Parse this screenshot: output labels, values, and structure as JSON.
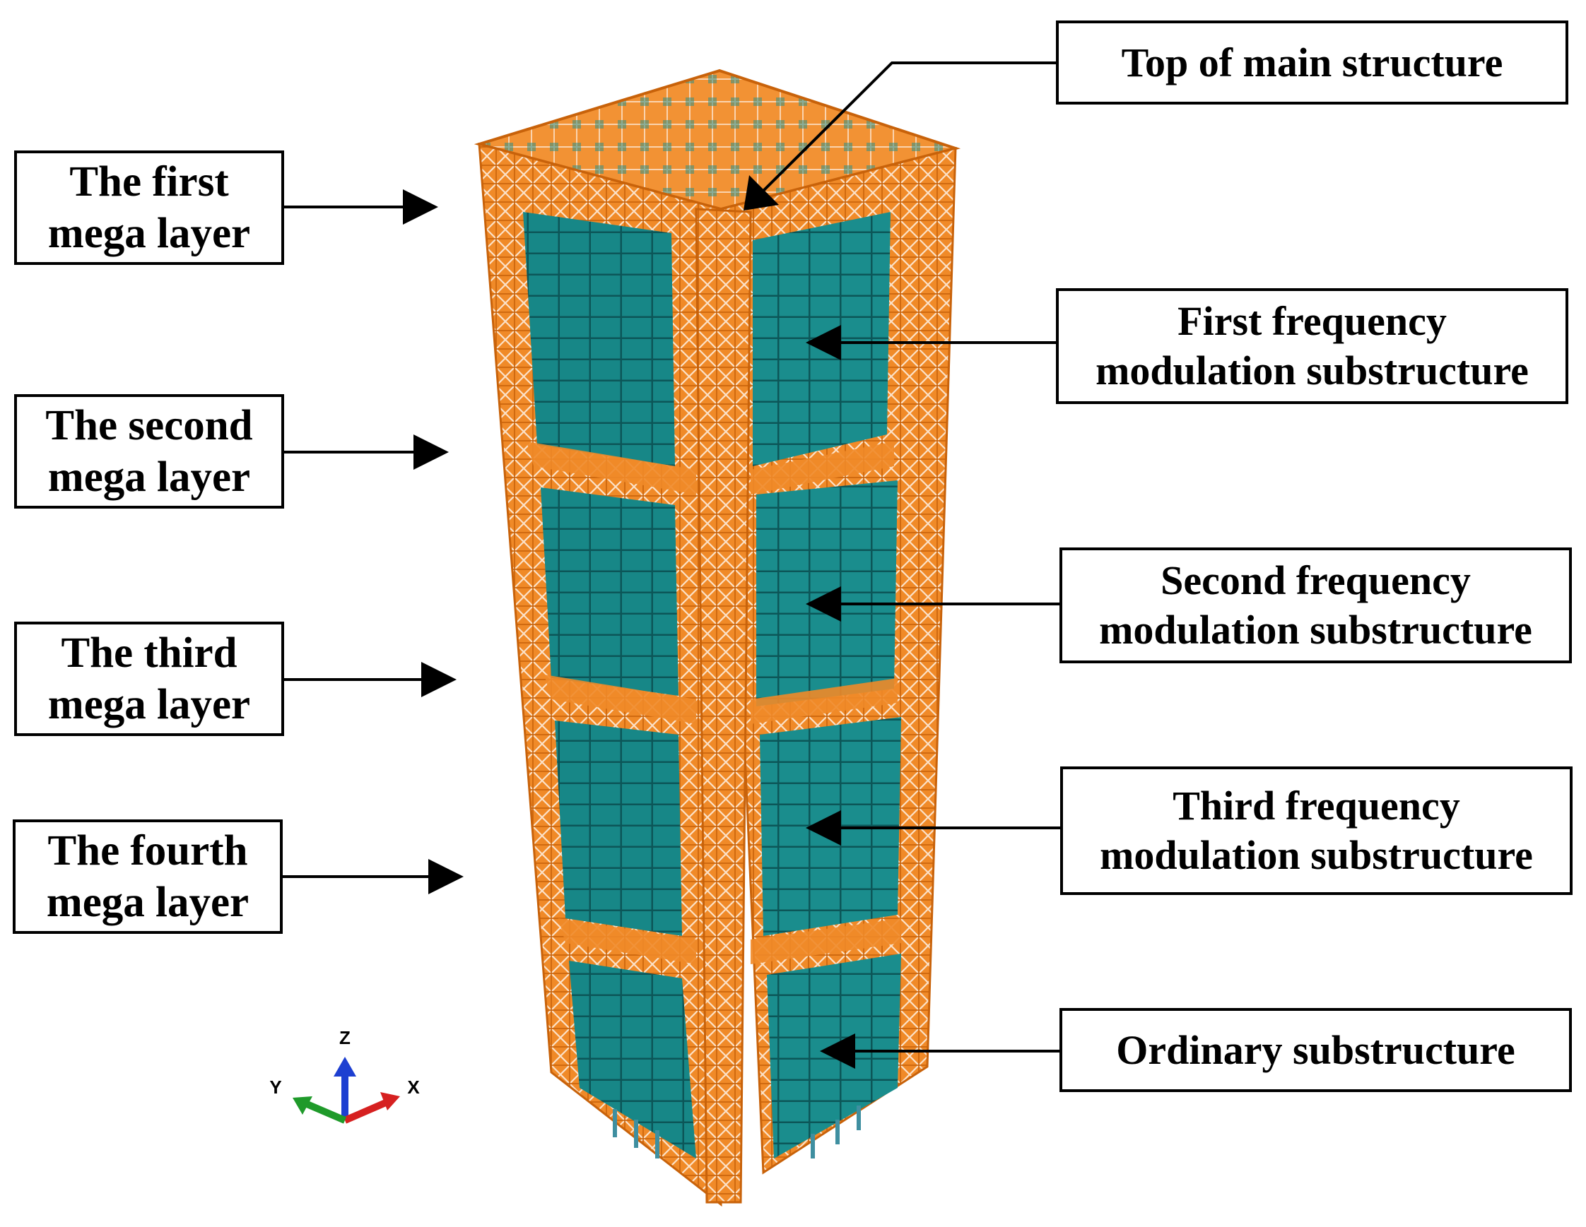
{
  "labels": {
    "top_of_main_structure": "Top of main structure",
    "first_mega_layer": [
      "The first",
      "mega layer"
    ],
    "second_mega_layer": [
      "The second",
      "mega layer"
    ],
    "third_mega_layer": [
      "The third",
      "mega layer"
    ],
    "fourth_mega_layer": [
      "The fourth",
      "mega layer"
    ],
    "first_fm_substructure": [
      "First frequency",
      "modulation substructure"
    ],
    "second_fm_substructure": [
      "Second frequency",
      "modulation substructure"
    ],
    "third_fm_substructure": [
      "Third frequency",
      "modulation substructure"
    ],
    "ordinary_substructure": "Ordinary substructure"
  },
  "axes": {
    "x": "X",
    "y": "Y",
    "z": "Z"
  },
  "colors": {
    "frame": "#f0821e",
    "frame_dark": "#c8620a",
    "panel": "#168585",
    "panel_dark": "#0c5e60",
    "axis_x": "#d62020",
    "axis_y": "#1f9a2a",
    "axis_z": "#1d3fd1"
  }
}
